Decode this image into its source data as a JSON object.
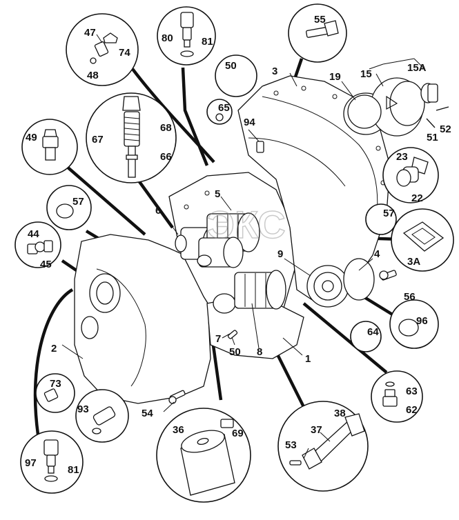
{
  "diagram": {
    "watermark": "ЭКС",
    "callouts": [
      {
        "id": "p1",
        "text": "1"
      },
      {
        "id": "p2",
        "text": "2"
      },
      {
        "id": "p3",
        "text": "3"
      },
      {
        "id": "p3a",
        "text": "3A"
      },
      {
        "id": "p4",
        "text": "4"
      },
      {
        "id": "p5",
        "text": "5"
      },
      {
        "id": "p6",
        "text": "6"
      },
      {
        "id": "p7",
        "text": "7"
      },
      {
        "id": "p8",
        "text": "8"
      },
      {
        "id": "p9",
        "text": "9"
      },
      {
        "id": "p15",
        "text": "15"
      },
      {
        "id": "p15a",
        "text": "15A"
      },
      {
        "id": "p19",
        "text": "19"
      },
      {
        "id": "p22",
        "text": "22"
      },
      {
        "id": "p23",
        "text": "23"
      },
      {
        "id": "p36",
        "text": "36"
      },
      {
        "id": "p37",
        "text": "37"
      },
      {
        "id": "p38",
        "text": "38"
      },
      {
        "id": "p44",
        "text": "44"
      },
      {
        "id": "p45",
        "text": "45"
      },
      {
        "id": "p47",
        "text": "47"
      },
      {
        "id": "p48",
        "text": "48"
      },
      {
        "id": "p49",
        "text": "49"
      },
      {
        "id": "p50a",
        "text": "50"
      },
      {
        "id": "p50b",
        "text": "50"
      },
      {
        "id": "p51",
        "text": "51"
      },
      {
        "id": "p52",
        "text": "52"
      },
      {
        "id": "p53",
        "text": "53"
      },
      {
        "id": "p54",
        "text": "54"
      },
      {
        "id": "p55",
        "text": "55"
      },
      {
        "id": "p56",
        "text": "56"
      },
      {
        "id": "p57a",
        "text": "57"
      },
      {
        "id": "p57b",
        "text": "57"
      },
      {
        "id": "p62",
        "text": "62"
      },
      {
        "id": "p63",
        "text": "63"
      },
      {
        "id": "p64",
        "text": "64"
      },
      {
        "id": "p65",
        "text": "65"
      },
      {
        "id": "p66",
        "text": "66"
      },
      {
        "id": "p67",
        "text": "67"
      },
      {
        "id": "p68",
        "text": "68"
      },
      {
        "id": "p69",
        "text": "69"
      },
      {
        "id": "p73",
        "text": "73"
      },
      {
        "id": "p74",
        "text": "74"
      },
      {
        "id": "p80",
        "text": "80"
      },
      {
        "id": "p81a",
        "text": "81"
      },
      {
        "id": "p81b",
        "text": "81"
      },
      {
        "id": "p93",
        "text": "93"
      },
      {
        "id": "p94",
        "text": "94"
      },
      {
        "id": "p96",
        "text": "96"
      },
      {
        "id": "p97",
        "text": "97"
      }
    ]
  }
}
